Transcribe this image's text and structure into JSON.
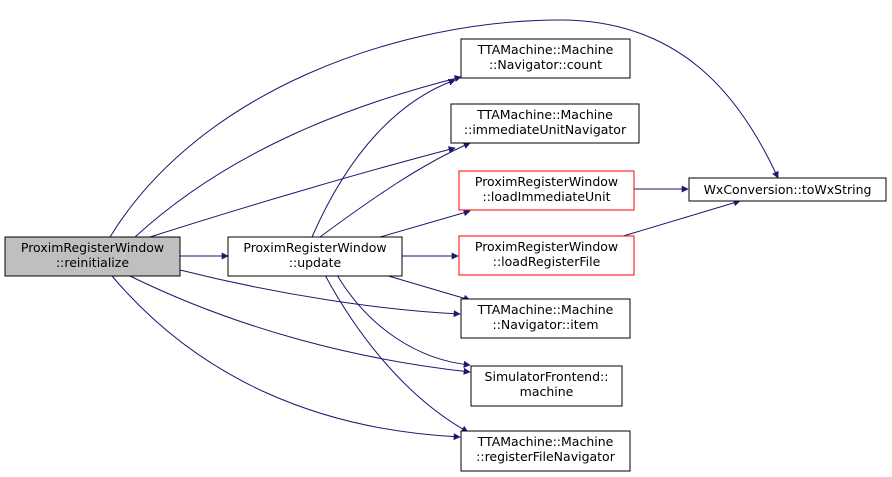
{
  "colors": {
    "edge": "#191970",
    "root_fill": "#bfbfbf",
    "node_border": "#000000",
    "red_border": "#ff0000",
    "node_fill": "#ffffff"
  },
  "nodes": {
    "reinitialize": {
      "line1": "ProximRegisterWindow",
      "line2": "::reinitialize"
    },
    "update": {
      "line1": "ProximRegisterWindow",
      "line2": "::update"
    },
    "navigator_count": {
      "line1": "TTAMachine::Machine",
      "line2": "::Navigator::count"
    },
    "immediate_unit_navigator": {
      "line1": "TTAMachine::Machine",
      "line2": "::immediateUnitNavigator"
    },
    "load_immediate_unit": {
      "line1": "ProximRegisterWindow",
      "line2": "::loadImmediateUnit"
    },
    "load_register_file": {
      "line1": "ProximRegisterWindow",
      "line2": "::loadRegisterFile"
    },
    "navigator_item": {
      "line1": "TTAMachine::Machine",
      "line2": "::Navigator::item"
    },
    "simulator_machine": {
      "line1": "SimulatorFrontend::",
      "line2": "machine"
    },
    "register_file_navigator": {
      "line1": "TTAMachine::Machine",
      "line2": "::registerFileNavigator"
    },
    "to_wx_string": {
      "line1": "WxConversion::toWxString"
    }
  }
}
